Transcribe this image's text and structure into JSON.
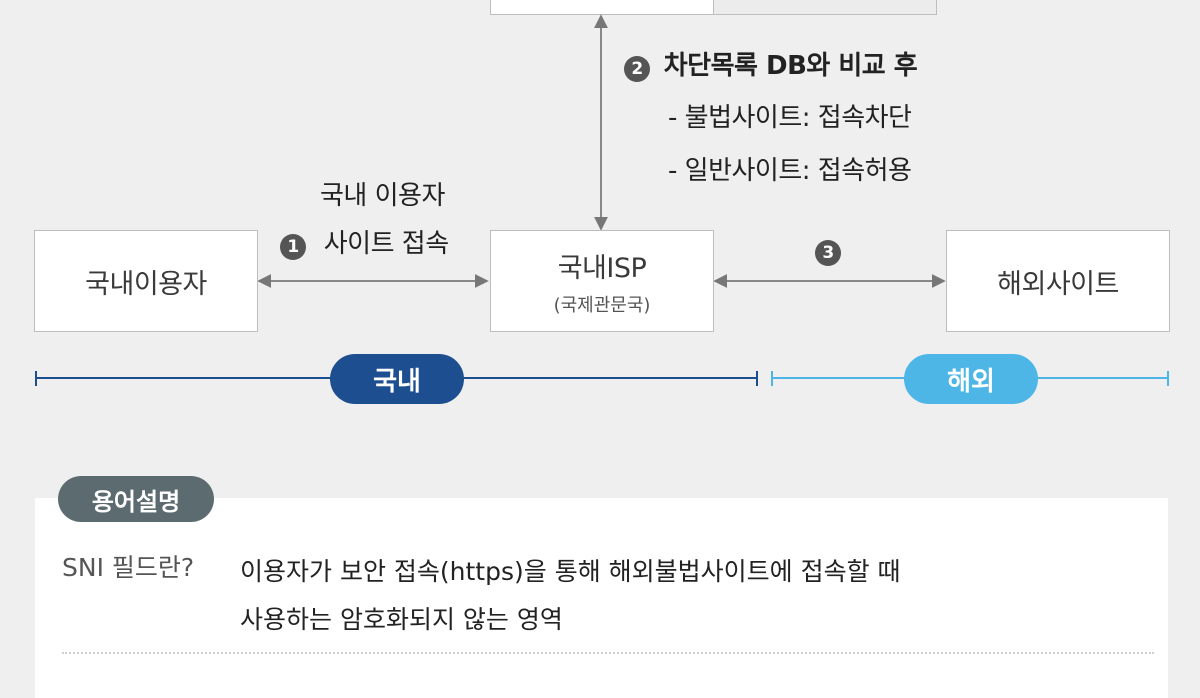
{
  "nodes": {
    "user": "국내이용자",
    "isp": "국내ISP",
    "isp_sub": "(국제관문국)",
    "overseas": "해외사이트"
  },
  "steps": {
    "step1_num": "1",
    "step1_line1": "국내 이용자",
    "step1_line2": "사이트 접속",
    "step2_num": "2",
    "step2_title": "차단목록 DB와 비교 후",
    "step2_item1": "- 불법사이트: 접속차단",
    "step2_item2": "- 일반사이트: 접속허용",
    "step3_num": "3"
  },
  "regions": {
    "domestic": "국내",
    "overseas": "해외"
  },
  "glossary": {
    "tag": "용어설명",
    "term": "SNI 필드란?",
    "line1": "이용자가 보안 접속(https)을 통해 해외불법사이트에 접속할 때",
    "line2": "사용하는 암호화되지 않는 영역"
  },
  "colors": {
    "domestic": "#1d4e8f",
    "overseas": "#4db6e6",
    "number_circle": "#555555",
    "gloss_tag": "#5c6b6f"
  }
}
